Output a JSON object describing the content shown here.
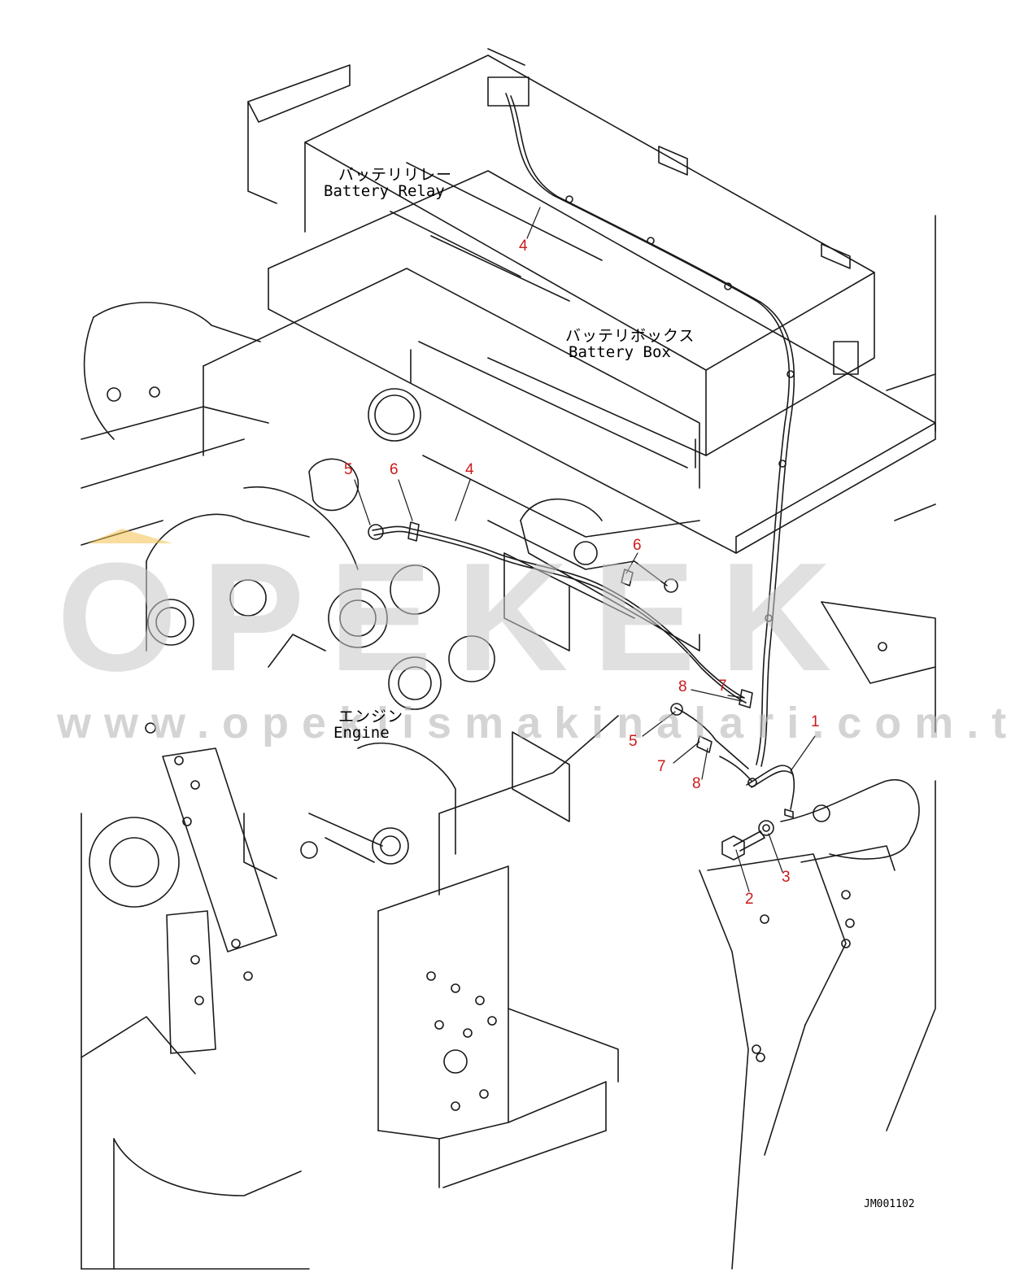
{
  "labels": {
    "battery_relay_jp": "バッテリリレー",
    "battery_relay_en": "Battery Relay",
    "battery_box_jp": "バッテリボックス",
    "battery_box_en": "Battery Box",
    "engine_jp": "エンジン",
    "engine_en": "Engine"
  },
  "callouts": {
    "c4_top": "4",
    "c5_left": "5",
    "c6_left": "6",
    "c4_mid": "4",
    "c6_right": "6",
    "c7_upper": "7",
    "c8_upper": "8",
    "c1": "1",
    "c5_lower": "5",
    "c7_lower": "7",
    "c8_lower": "8",
    "c3": "3",
    "c2": "2"
  },
  "watermark": {
    "word": "OPEKEK",
    "url": "www.opekiismakinalari.com.tr"
  },
  "drawing_code": "JM001102",
  "colors": {
    "callout": "#cc1a1a",
    "line": "#1a1a1a",
    "watermark": "#c8c8c8",
    "watermark_accent": "#f2c14e"
  }
}
